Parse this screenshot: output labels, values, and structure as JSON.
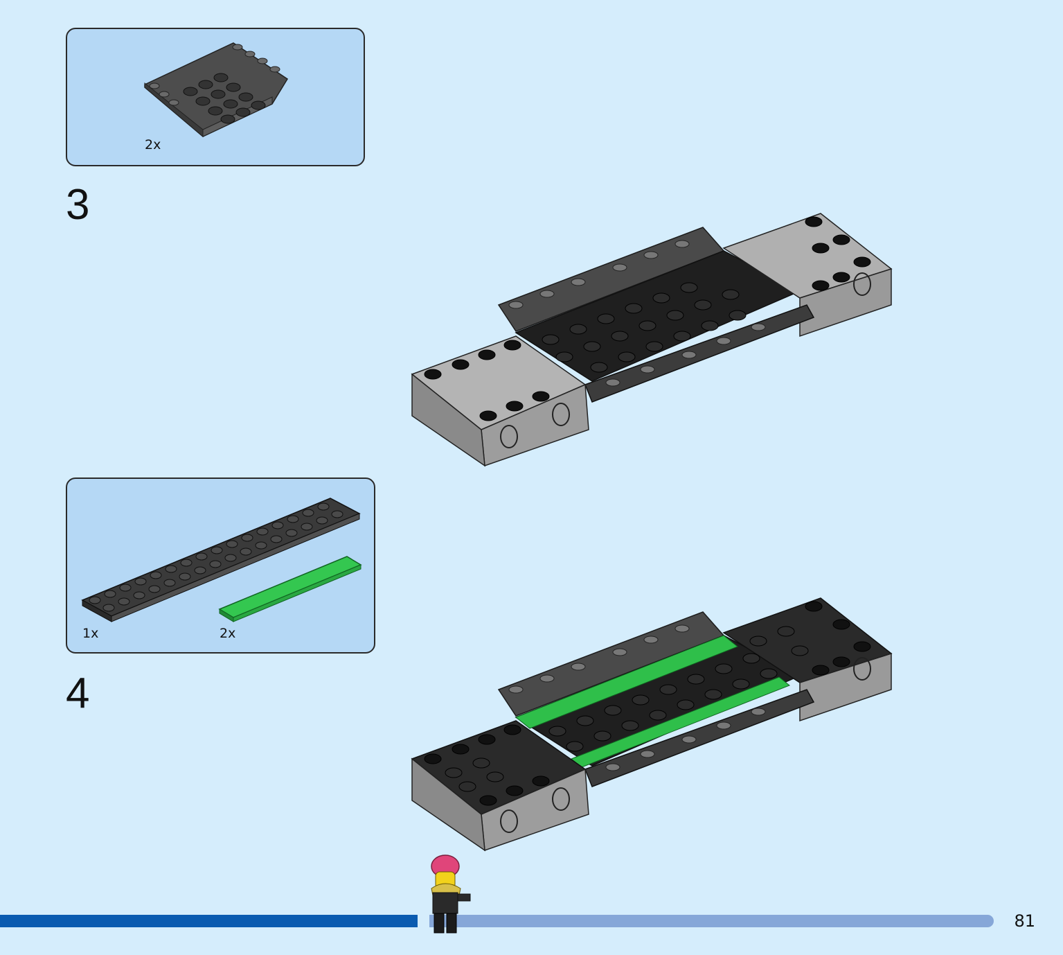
{
  "steps": [
    {
      "number": "3",
      "parts": [
        {
          "quantity": "2x",
          "color": "#6b6b6b",
          "icon": "inverted-slope-brick-icon"
        }
      ]
    },
    {
      "number": "4",
      "parts": [
        {
          "quantity": "1x",
          "color": "#3a3a3a",
          "icon": "long-plate-icon"
        },
        {
          "quantity": "2x",
          "color": "#2fbf4a",
          "icon": "green-tile-icon"
        }
      ]
    }
  ],
  "progress": {
    "fraction": 0.42
  },
  "page": {
    "number": "81"
  },
  "colors": {
    "background": "#d5edfc",
    "parts_box": "#b5d8f5",
    "light_gray": "#a8a8a8",
    "dark_gray": "#4a4a4a",
    "black": "#1c1c1c",
    "green": "#2fbf4a",
    "progress_done": "#0a5bb0",
    "progress_track": "#86a7d8"
  }
}
